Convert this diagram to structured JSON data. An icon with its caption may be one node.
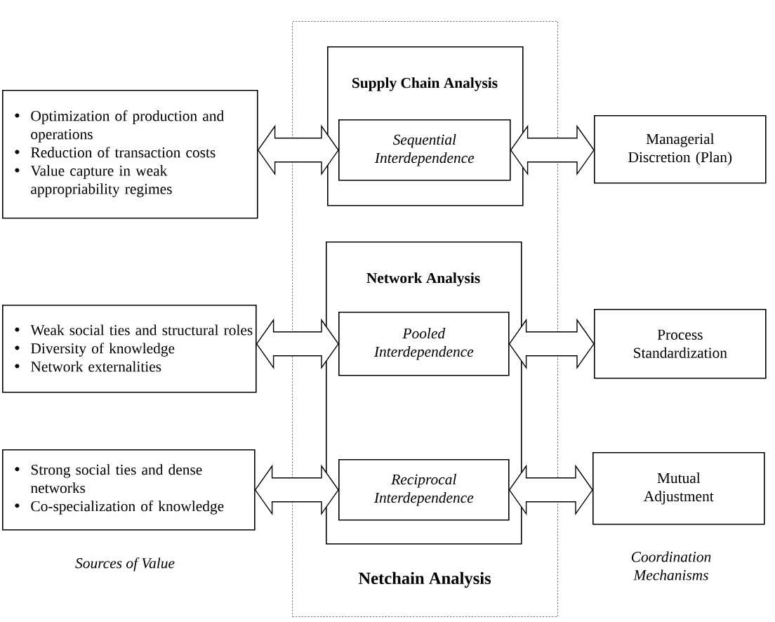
{
  "diagram": {
    "nodes": [
      {
        "text": [
          "Netchain Analysis"
        ]
      },
      {
        "text": [
          "Supply Chain Analysis"
        ],
        "in": 0
      },
      {
        "text": [
          "Sequential Interdependence"
        ],
        "in": 1
      },
      {
        "text": [
          "Network Analysis"
        ],
        "in": 0
      },
      {
        "text": [
          "Pooled Interdependence"
        ],
        "in": 3
      },
      {
        "text": [
          "Reciprocal Interdependence"
        ],
        "in": 3
      },
      {
        "text": [
          "Optimization of production and operations",
          "Reduction of transaction costs",
          "Value capture in weak appropriability regimes"
        ]
      },
      {
        "text": [
          "Managerial Discretion (Plan)"
        ]
      },
      {
        "text": [
          "Weak social ties and structural roles",
          "Diversity of knowledge",
          "Network externalities"
        ]
      },
      {
        "text": [
          "Process Standardization"
        ]
      },
      {
        "text": [
          "Strong social ties and dense networks",
          "Co-specialization of knowledge"
        ]
      },
      {
        "text": [
          "Mutual Adjustment"
        ]
      }
    ],
    "edges": [
      {
        "from": 6,
        "to": 2,
        "arrow": "both"
      },
      {
        "from": 2,
        "to": 7,
        "arrow": "both"
      },
      {
        "from": 8,
        "to": 4,
        "arrow": "both"
      },
      {
        "from": 4,
        "to": 9,
        "arrow": "both"
      },
      {
        "from": 10,
        "to": 5,
        "arrow": "both"
      },
      {
        "from": 5,
        "to": 11,
        "arrow": "both"
      }
    ],
    "labels": [
      "Sources of Value",
      "Coordination Mechanisms"
    ]
  }
}
